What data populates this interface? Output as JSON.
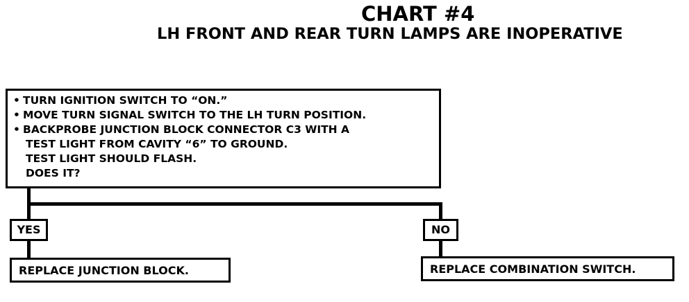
{
  "chart": {
    "title": "CHART #4",
    "subtitle": "LH FRONT AND REAR TURN LAMPS ARE INOPERATIVE"
  },
  "question": {
    "lines": [
      {
        "bullet": "•",
        "text": "TURN IGNITION SWITCH TO “ON.”"
      },
      {
        "bullet": "•",
        "text": "MOVE TURN SIGNAL SWITCH TO THE LH TURN POSITION."
      },
      {
        "bullet": "•",
        "text": "BACKPROBE JUNCTION BLOCK CONNECTOR C3 WITH A"
      },
      {
        "bullet": "",
        "text": "TEST LIGHT FROM CAVITY “6” TO GROUND."
      },
      {
        "bullet": "",
        "text": "TEST LIGHT SHOULD FLASH."
      },
      {
        "bullet": "",
        "text": "DOES IT?"
      }
    ]
  },
  "branches": {
    "yes": {
      "label": "YES",
      "result": "REPLACE JUNCTION BLOCK."
    },
    "no": {
      "label": "NO",
      "result": "REPLACE COMBINATION SWITCH."
    }
  }
}
